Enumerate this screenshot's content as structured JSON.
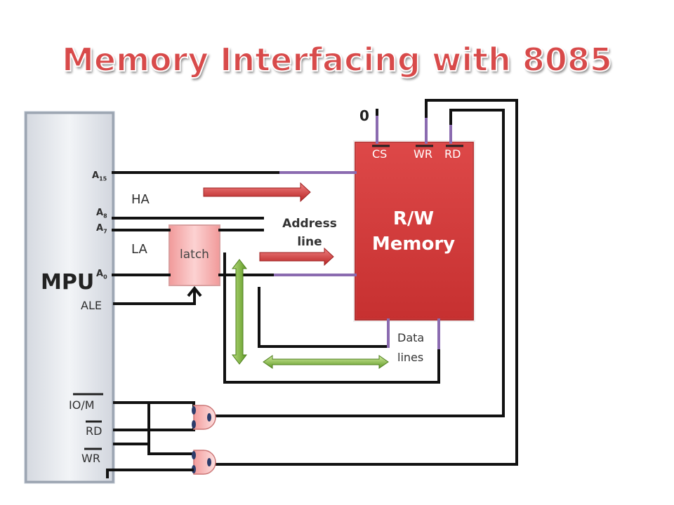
{
  "title": "Memory Interfacing with 8085",
  "mpu": {
    "label": "MPU",
    "pins": {
      "a15": {
        "main": "A",
        "sub": "15"
      },
      "a8": {
        "main": "A",
        "sub": "8"
      },
      "a7": {
        "main": "A",
        "sub": "7"
      },
      "a0": {
        "main": "A",
        "sub": "0"
      },
      "ale": "ALE",
      "io_m": "IO/M",
      "rd": "RD",
      "wr": "WR"
    }
  },
  "bus_labels": {
    "ha": "HA",
    "la": "LA"
  },
  "latch": {
    "label": "latch"
  },
  "address_line": {
    "line1": "Address",
    "line2": "line"
  },
  "memory": {
    "line1": "R/W",
    "line2": "Memory",
    "pins": {
      "cs": "CS",
      "wr": "WR",
      "rd": "RD"
    },
    "cs_level": "0"
  },
  "data_lines": {
    "line1": "Data",
    "line2": "lines"
  },
  "colors": {
    "memory_fill": "#d43b3b",
    "latch_fill": "#f5b3b3",
    "mpu_fill": "#e4e7ec",
    "address_arrow": "#d33a3a",
    "data_arrow": "#7fb93b",
    "pin_line": "#8b6bb0"
  },
  "icons": {
    "and_gate_1": "and-gate",
    "and_gate_2": "and-gate",
    "ale_arrow": "arrow-up-icon"
  }
}
